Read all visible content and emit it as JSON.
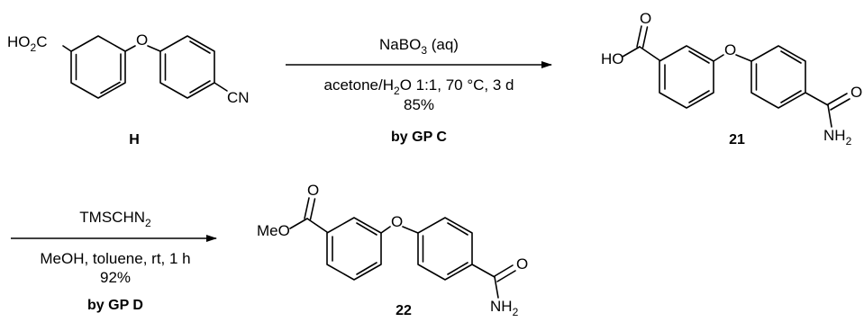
{
  "compounds": {
    "H": {
      "label": "H",
      "acid_group_main": "HO",
      "acid_group_sub": "2",
      "acid_group_tail": "C",
      "ether_o": "O",
      "nitrile": "CN"
    },
    "c21": {
      "label": "21",
      "hydroxyl": "HO",
      "carbonyl_o": "O",
      "ether_o": "O",
      "amide_o": "O",
      "amine_main": "NH",
      "amine_sub": "2"
    },
    "c22": {
      "label": "22",
      "methoxy": "MeO",
      "carbonyl_o": "O",
      "ether_o": "O",
      "amide_o": "O",
      "amine_main": "NH",
      "amine_sub": "2"
    }
  },
  "steps": [
    {
      "reagent_main": "NaBO",
      "reagent_sub": "3",
      "reagent_tail": " (aq)",
      "conditions_a": "acetone/H",
      "conditions_sub": "2",
      "conditions_b": "O 1:1, 70 °C, 3 d",
      "yield": "85%",
      "procedure": "by GP C"
    },
    {
      "reagent_main": "TMSCHN",
      "reagent_sub": "2",
      "conditions": "MeOH, toluene, rt, 1 h",
      "yield": "92%",
      "procedure": "by GP D"
    }
  ]
}
